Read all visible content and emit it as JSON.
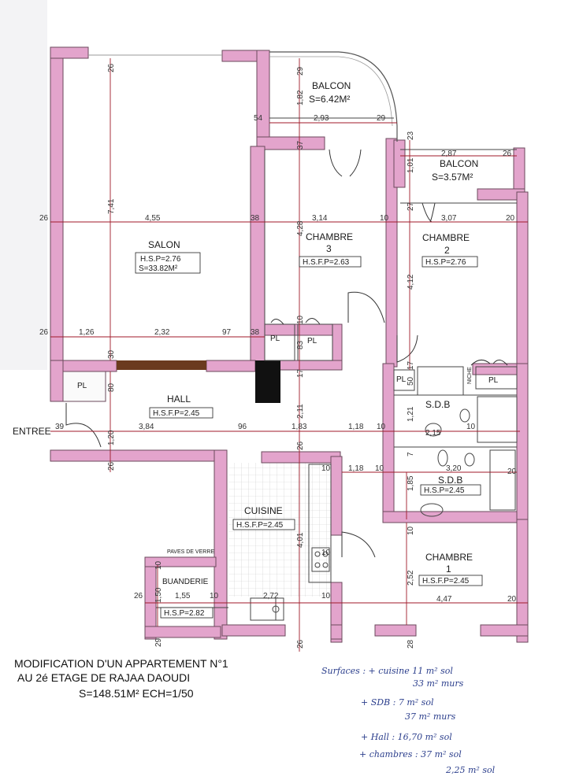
{
  "colors": {
    "wall": "#e3a4cc",
    "wall_edge": "#6b4a5c",
    "dim_line": "#a01a2a",
    "handwriting": "#2b3e8c",
    "floor_accent": "#6b3a1e"
  },
  "rooms": {
    "balcon1": {
      "name": "BALCON",
      "area": "S=6.42M²"
    },
    "balcon2": {
      "name": "BALCON",
      "area": "S=3.57M²"
    },
    "salon": {
      "name": "SALON",
      "hsp": "H.S.P=2.76",
      "area": "S=33.82M²"
    },
    "chambre3": {
      "name": "CHAMBRE",
      "number": "3",
      "hsp": "H.S.F.P=2.63"
    },
    "chambre2": {
      "name": "CHAMBRE",
      "number": "2",
      "hsp": "H.S.P=2.76"
    },
    "hall": {
      "name": "HALL",
      "hsp": "H.S.F.P=2.45"
    },
    "sdb1": {
      "name": "S.D.B"
    },
    "sdb2": {
      "name": "S.D.B",
      "hsp": "H.S.P=2.45"
    },
    "cuisine": {
      "name": "CUISINE",
      "hsp": "H.S.F.P=2.45"
    },
    "buanderie": {
      "name": "BUANDERIE",
      "hsp": "H.S.P=2.82"
    },
    "chambre1": {
      "name": "CHAMBRE",
      "number": "1",
      "hsp": "H.S.F.P=2.45"
    },
    "pl": "PL",
    "niche": "NICHE",
    "paves": "PAVES DE VERRE",
    "entree": "ENTREE"
  },
  "dims": {
    "d26_top": "26",
    "d741": "7,41",
    "d455": "4,55",
    "d26_left": "26",
    "d38a": "38",
    "d314": "3,14",
    "d10a": "10",
    "d307": "3,07",
    "d20a": "20",
    "d29a": "29",
    "d182": "1,82",
    "d54": "54",
    "d293": "2,93",
    "d29b": "29",
    "d23": "23",
    "d287": "2,87",
    "d26b": "26",
    "d101": "1,01",
    "d27": "27",
    "d37": "37",
    "d428": "4,28",
    "d412": "4,12",
    "d26c": "26",
    "d126": "1,26",
    "d232": "2,32",
    "d97": "97",
    "d38b": "38",
    "d10b": "10",
    "d83": "83",
    "d30": "30",
    "d80": "80",
    "d17a": "17",
    "d17b": "17",
    "d50": "50",
    "d39": "39",
    "d120": "1,20",
    "d384": "3,84",
    "d96": "96",
    "d183": "1,83",
    "d118a": "1,18",
    "d10c": "10",
    "d215": "2,15",
    "d10d": "10",
    "d211": "2,11",
    "d121": "1,21",
    "d26d": "26",
    "d26e": "26",
    "d10e": "10",
    "d118b": "1,18",
    "d10f": "10",
    "d185": "1,85",
    "d320": "3,20",
    "d20b": "20",
    "d7": "7",
    "d401": "4,01",
    "d10g": "10",
    "d10h": "10",
    "d150": "1,50",
    "d26f": "26",
    "d155": "1,55",
    "d10i": "10",
    "d272": "2,72",
    "d10j": "10",
    "d252": "2,52",
    "d447": "4,47",
    "d20c": "20",
    "d29c": "29",
    "d26g": "26",
    "d28": "28",
    "d10k": "10"
  },
  "title": {
    "line1": "MODIFICATION D'UN APPARTEMENT N°1",
    "line2": "AU 2é ETAGE DE RAJAA DAOUDI",
    "line3": "S=148.51M²   ECH=1/50"
  },
  "notes": {
    "n1": "Surfaces : + cuisine  11 m² sol",
    "n2": "33 m²  murs",
    "n3": "+ SDB :  7 m² sol",
    "n4": "37 m²  murs",
    "n5": "+ Hall :  16,70 m² sol",
    "n6": "+ chambres :  37 m² sol",
    "n7": "2,25 m² sol"
  }
}
